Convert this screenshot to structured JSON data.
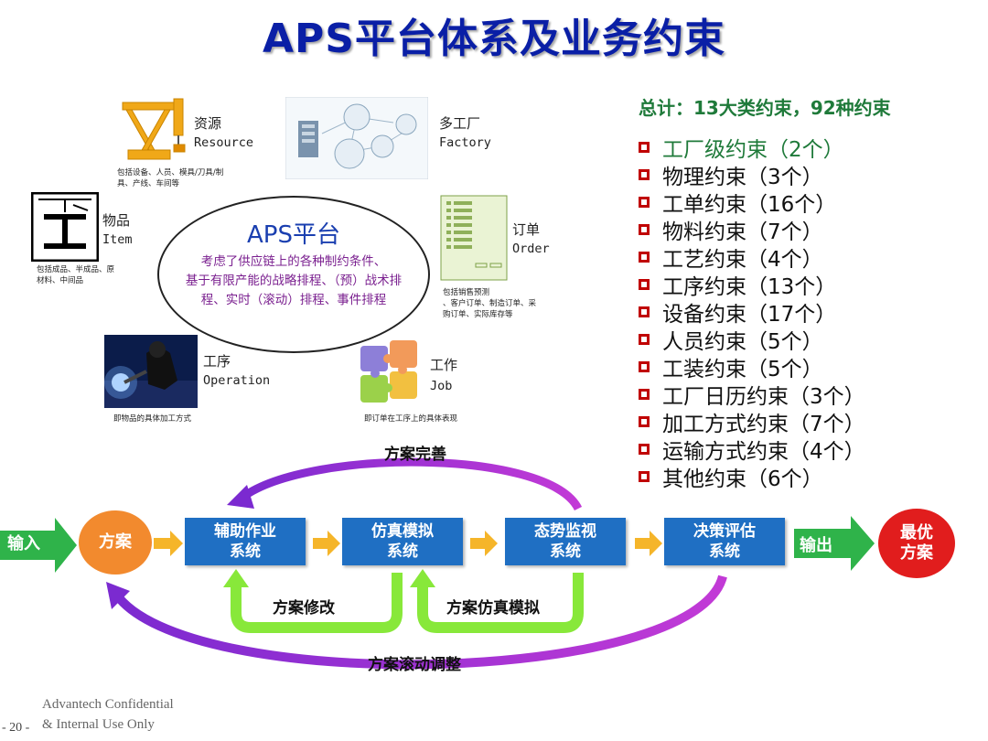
{
  "title": "APS平台体系及业务约束",
  "constraints": {
    "total": "总计：13大类约束，92种约束",
    "items": [
      "工厂级约束（2个）",
      "物理约束（3个）",
      "工单约束（16个）",
      "物料约束（7个）",
      "工艺约束（4个）",
      "工序约束（13个）",
      "设备约束（17个）",
      "人员约束（5个）",
      "工装约束（5个）",
      "工厂日历约束（3个）",
      "加工方式约束（7个）",
      "运输方式约束（4个）",
      "其他约束（6个）"
    ]
  },
  "platform": {
    "title": "APS平台",
    "desc": [
      "考虑了供应链上的各种制约条件、",
      "基于有限产能的战略排程、（预）战术排",
      "程、实时（滚动）排程、事件排程"
    ]
  },
  "nodes": {
    "resource": {
      "zh": "资源",
      "en": "Resource",
      "note": [
        "包括设备、人员、模具/刀具/制",
        "具、产线、车间等"
      ]
    },
    "factory": {
      "zh": "多工厂",
      "en": "Factory"
    },
    "item": {
      "zh": "物品",
      "en": "Item",
      "note": [
        "包括成品、半成品、原",
        "材料、中间品"
      ]
    },
    "order": {
      "zh": "订单",
      "en": "Order",
      "note": [
        "包括销售预测",
        "、客户订单、制造订单、采",
        "购订单、实际库存等"
      ]
    },
    "operation": {
      "zh": "工序",
      "en": "Operation",
      "note": "即物品的具体加工方式"
    },
    "job": {
      "zh": "工作",
      "en": "Job",
      "note": "即订单在工序上的具体表现"
    }
  },
  "flow": {
    "input": "输入",
    "plan": "方案",
    "box1": [
      "辅助作业",
      "系统"
    ],
    "box2": [
      "仿真模拟",
      "系统"
    ],
    "box3": [
      "态势监视",
      "系统"
    ],
    "box4": [
      "决策评估",
      "系统"
    ],
    "output": "输出",
    "best": [
      "最优",
      "方案"
    ],
    "loop_top": "方案完善",
    "loop_small1": "方案修改",
    "loop_small2": "方案仿真模拟",
    "loop_bottom": "方案滚动调整"
  },
  "footer": {
    "page": "- 20 -",
    "line1": "Advantech Confidential",
    "line2": "& Internal Use Only"
  },
  "colors": {
    "title": "#0a1fa6",
    "box": "#1f6fc3",
    "green_arrow": "#2fb34a",
    "orange": "#f28a2e",
    "purple": "#7b2ad0",
    "light_green": "#88e83a",
    "red": "#e11d1d"
  }
}
